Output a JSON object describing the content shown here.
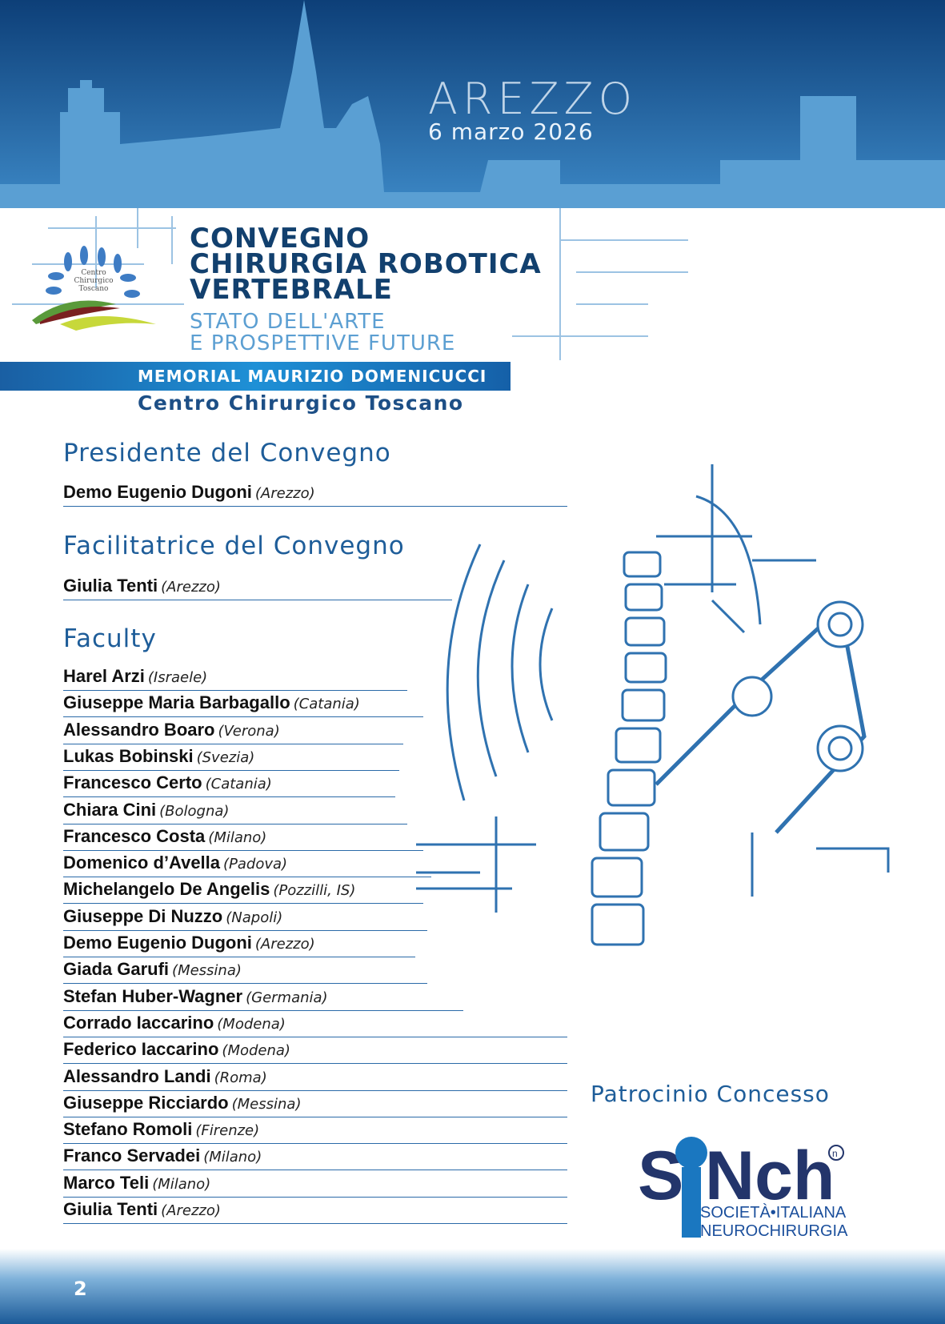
{
  "header": {
    "city": "AREZZO",
    "date": "6 marzo 2026",
    "title_lines": [
      "CONVEGNO",
      "CHIRURGIA ROBOTICA",
      "VERTEBRALE"
    ],
    "subtitle_lines": [
      "STATO DELL'ARTE",
      "E PROSPETTIVE FUTURE"
    ],
    "memorial": "MEMORIAL MAURIZIO DOMENICUCCI",
    "organizer": "Centro Chirurgico Toscano",
    "logo_text": "Centro Chirurgico Toscano"
  },
  "president": {
    "heading": "Presidente del Convegno",
    "name": "Demo Eugenio Dugoni",
    "place": "(Arezzo)"
  },
  "facilitator": {
    "heading": "Facilitatrice del Convegno",
    "name": "Giulia Tenti",
    "place": "(Arezzo)"
  },
  "faculty": {
    "heading": "Faculty",
    "members": [
      {
        "name": "Harel Arzi",
        "place": "(Israele)"
      },
      {
        "name": "Giuseppe Maria Barbagallo",
        "place": "(Catania)"
      },
      {
        "name": "Alessandro Boaro",
        "place": "(Verona)"
      },
      {
        "name": "Lukas Bobinski",
        "place": "(Svezia)"
      },
      {
        "name": "Francesco Certo",
        "place": "(Catania)"
      },
      {
        "name": "Chiara Cini",
        "place": "(Bologna)"
      },
      {
        "name": "Francesco Costa",
        "place": "(Milano)"
      },
      {
        "name": "Domenico d’Avella",
        "place": "(Padova)"
      },
      {
        "name": "Michelangelo De Angelis",
        "place": "(Pozzilli, IS)"
      },
      {
        "name": "Giuseppe Di Nuzzo",
        "place": "(Napoli)"
      },
      {
        "name": "Demo Eugenio Dugoni",
        "place": "(Arezzo)"
      },
      {
        "name": "Giada Garufi",
        "place": "(Messina)"
      },
      {
        "name": "Stefan Huber-Wagner",
        "place": "(Germania)"
      },
      {
        "name": "Corrado Iaccarino",
        "place": "(Modena)"
      },
      {
        "name": "Federico Iaccarino",
        "place": "(Modena)"
      },
      {
        "name": "Alessandro Landi",
        "place": "(Roma)"
      },
      {
        "name": "Giuseppe Ricciardo",
        "place": "(Messina)"
      },
      {
        "name": "Stefano Romoli",
        "place": "(Firenze)"
      },
      {
        "name": "Franco Servadei",
        "place": "(Milano)"
      },
      {
        "name": "Marco Teli",
        "place": "(Milano)"
      },
      {
        "name": "Giulia Tenti",
        "place": "(Arezzo)"
      }
    ]
  },
  "patronage": {
    "heading": "Patrocinio Concesso",
    "logo_text": "SiNch",
    "logo_sub": [
      "SOCIETÀ•ITALIANA",
      "NEUROCHIRURGIA"
    ]
  },
  "page_number": "2"
}
